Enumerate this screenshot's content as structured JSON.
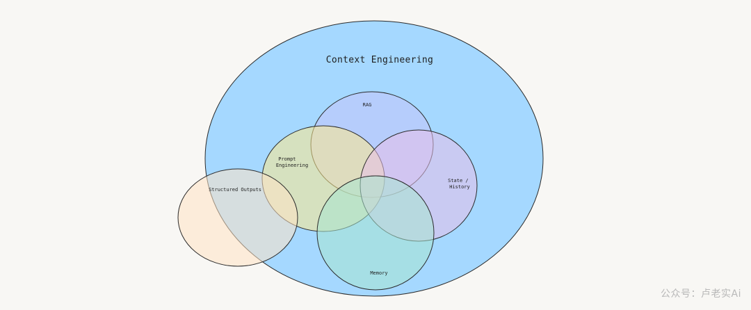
{
  "diagram": {
    "outer": {
      "label": "Context Engineering",
      "color": "#a5d8ff"
    },
    "sets": [
      {
        "id": "rag",
        "lines": [
          "RAG"
        ],
        "color": "#c5c5fa"
      },
      {
        "id": "prompt",
        "lines": [
          "Prompt",
          "Engineering"
        ],
        "color": "#ffe98a"
      },
      {
        "id": "state",
        "lines": [
          "State /",
          "History"
        ],
        "color": "#e8c0e8"
      },
      {
        "id": "memory",
        "lines": [
          "Memory"
        ],
        "color": "#a8e6cf"
      },
      {
        "id": "structured",
        "lines": [
          "Structured Outputs"
        ],
        "color": "#ffe4c4"
      }
    ]
  },
  "watermark": "公众号：卢老实Ai"
}
